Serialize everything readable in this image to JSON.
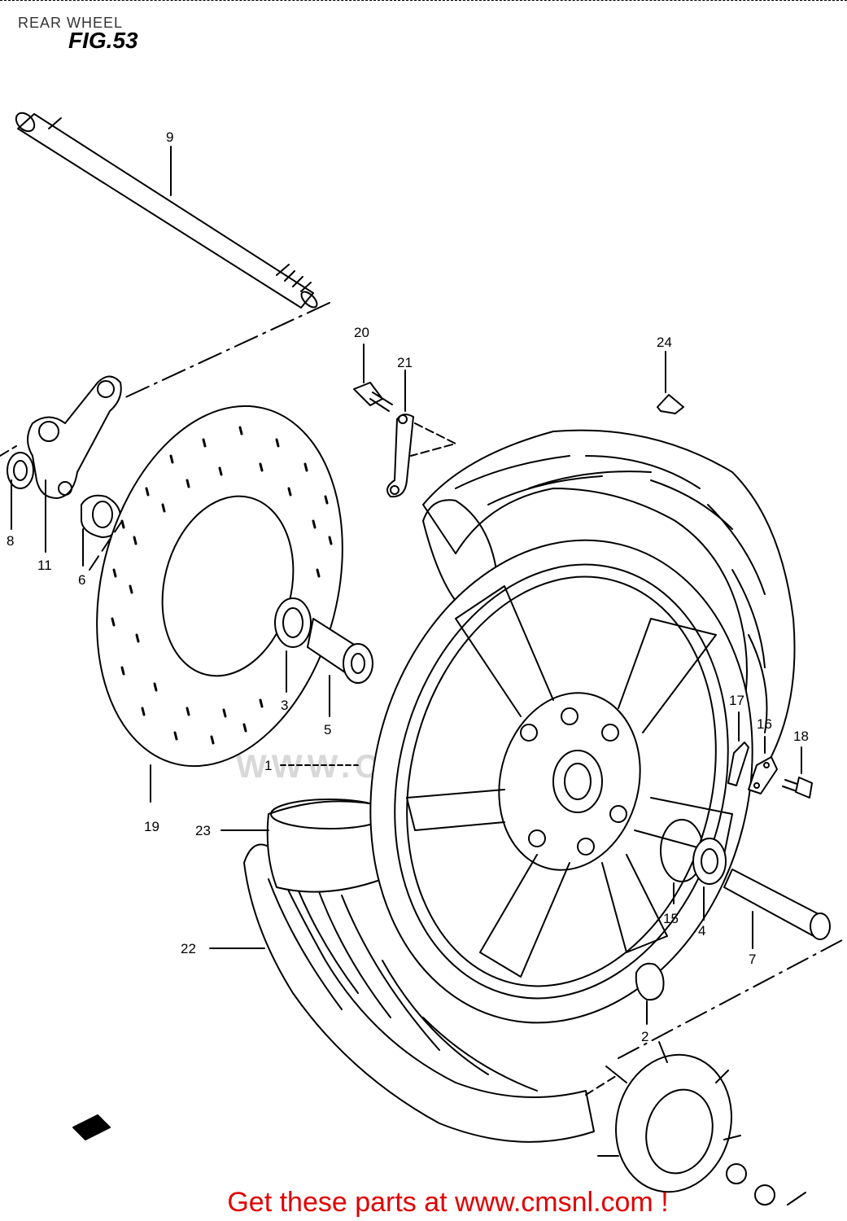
{
  "page": {
    "title": "REAR WHEEL",
    "figure": "FIG.53",
    "footer_link": "Get these parts at www.cmsnl.com !",
    "watermark": "WWW.CMSNL"
  },
  "colors": {
    "line": "#000000",
    "footer_text": "#e00000",
    "watermark": "#d8d8d8",
    "background": "#ffffff"
  },
  "callouts": [
    {
      "number": "1",
      "part": "wheel"
    },
    {
      "number": "2",
      "part": "spacer"
    },
    {
      "number": "3",
      "part": "bearing-left"
    },
    {
      "number": "4",
      "part": "bearing-right"
    },
    {
      "number": "5",
      "part": "spacer-left"
    },
    {
      "number": "6",
      "part": "collar"
    },
    {
      "number": "7",
      "part": "axle-spacer"
    },
    {
      "number": "8",
      "part": "cap"
    },
    {
      "number": "9",
      "part": "axle"
    },
    {
      "number": "11",
      "part": "torque-link"
    },
    {
      "number": "15",
      "part": "o-ring"
    },
    {
      "number": "16",
      "part": "plate"
    },
    {
      "number": "17",
      "part": "balancer"
    },
    {
      "number": "18",
      "part": "bolt"
    },
    {
      "number": "19",
      "part": "brake-disc"
    },
    {
      "number": "20",
      "part": "disc-bolt"
    },
    {
      "number": "21",
      "part": "lock-washer"
    },
    {
      "number": "22",
      "part": "tire"
    },
    {
      "number": "23",
      "part": "tube"
    },
    {
      "number": "24",
      "part": "valve-cap"
    }
  ]
}
